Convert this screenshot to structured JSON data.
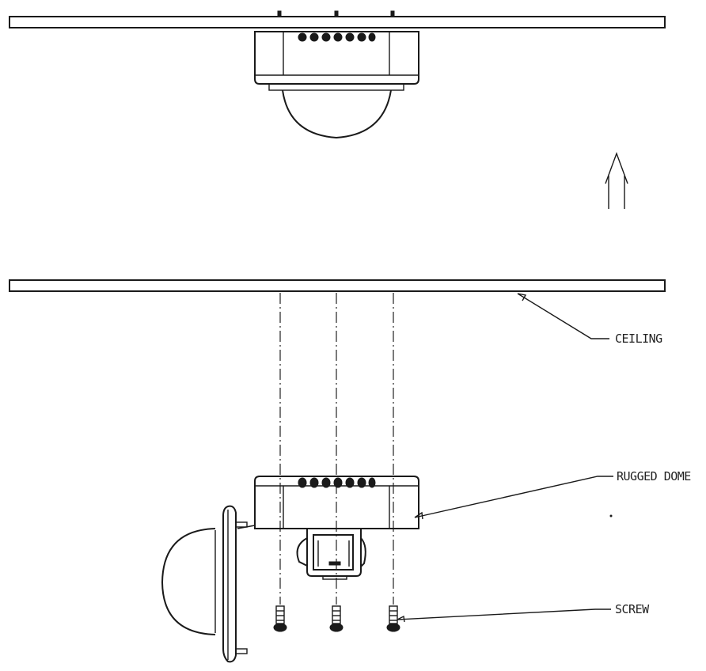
{
  "labels": {
    "ceiling": "CEILING",
    "dome": "RUGGED DOME",
    "screw": "SCREW"
  },
  "colors": {
    "line": "#1a1a1a",
    "background": "#ffffff"
  }
}
